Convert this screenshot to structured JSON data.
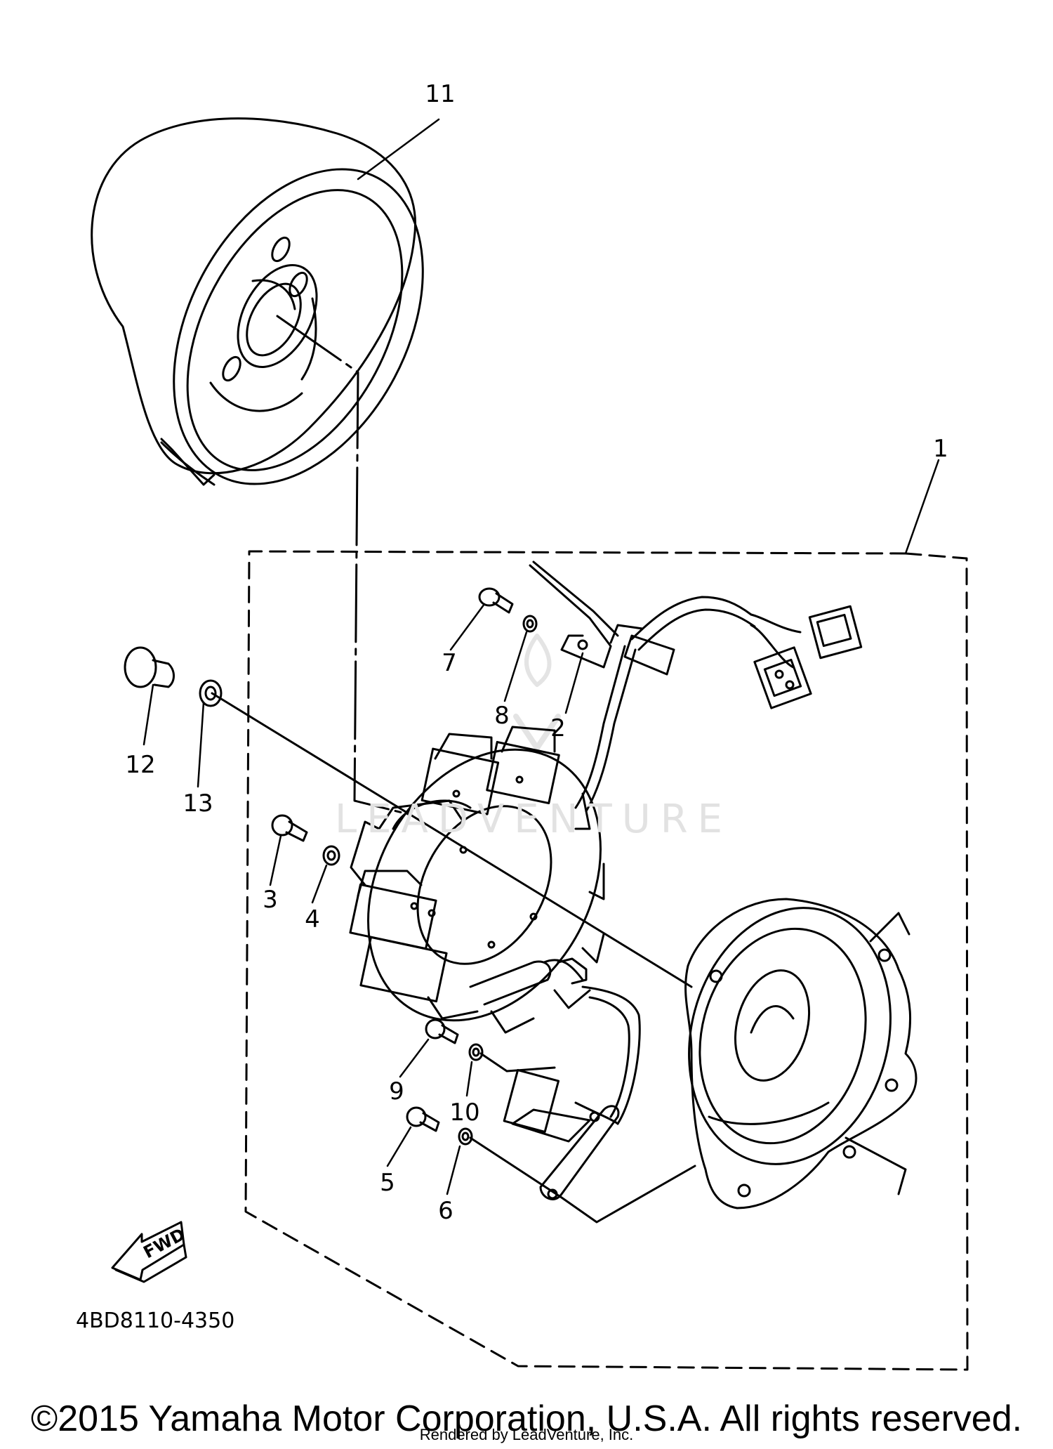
{
  "callouts": {
    "c1": "1",
    "c2": "2",
    "c3": "3",
    "c4": "4",
    "c5": "5",
    "c6": "6",
    "c7": "7",
    "c8": "8",
    "c9": "9",
    "c10": "10",
    "c11": "11",
    "c12": "12",
    "c13": "13"
  },
  "fwd_label": "FWD",
  "diagram_code": "4BD8110-4350",
  "watermark": "LEADVENTURE",
  "copyright": "©2015 Yamaha Motor Corporation, U.S.A. All rights reserved.",
  "rendered_by": "Rendered by LeadVenture, Inc."
}
